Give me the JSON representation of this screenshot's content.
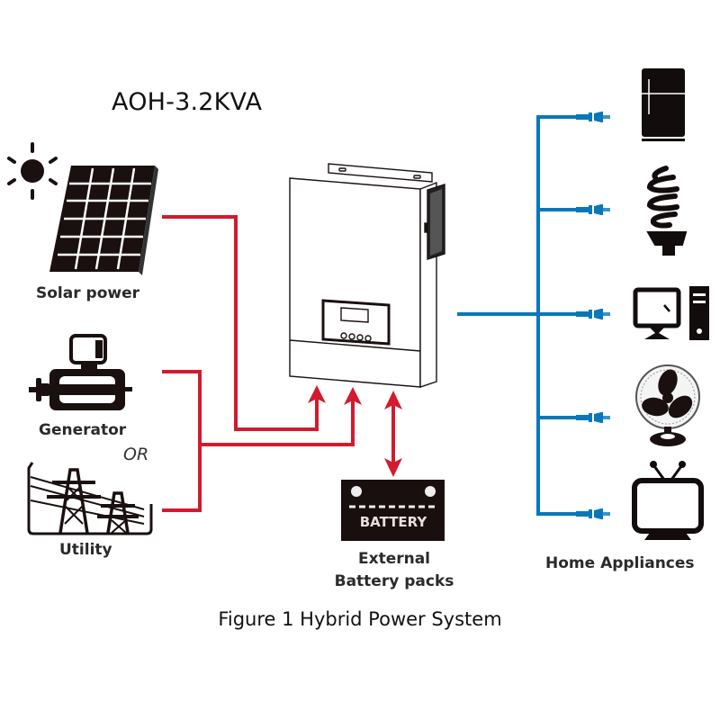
{
  "model_title": "AOH-3.2KVA",
  "caption": "Figure 1 Hybrid Power System",
  "sources": [
    {
      "id": "solar",
      "label": "Solar power",
      "icon": "solar-panel-icon"
    },
    {
      "id": "generator",
      "label": "Generator",
      "icon": "generator-icon"
    },
    {
      "id": "utility",
      "label": "Utility",
      "icon": "power-tower-icon"
    }
  ],
  "or_label": "OR",
  "inverter": {
    "icon": "inverter-icon"
  },
  "battery": {
    "icon_text": "BATTERY",
    "label_line1": "External",
    "label_line2": "Battery packs"
  },
  "appliances": {
    "label": "Home Appliances",
    "items": [
      {
        "id": "refrigerator",
        "icon": "refrigerator-icon"
      },
      {
        "id": "light-bulb",
        "icon": "light-bulb-icon"
      },
      {
        "id": "computer",
        "icon": "computer-icon"
      },
      {
        "id": "fan",
        "icon": "fan-icon"
      },
      {
        "id": "television",
        "icon": "tv-icon"
      }
    ]
  },
  "colors": {
    "input_line": "#d31a2e",
    "output_line": "#0a78b8",
    "icon": "#1a1010"
  }
}
